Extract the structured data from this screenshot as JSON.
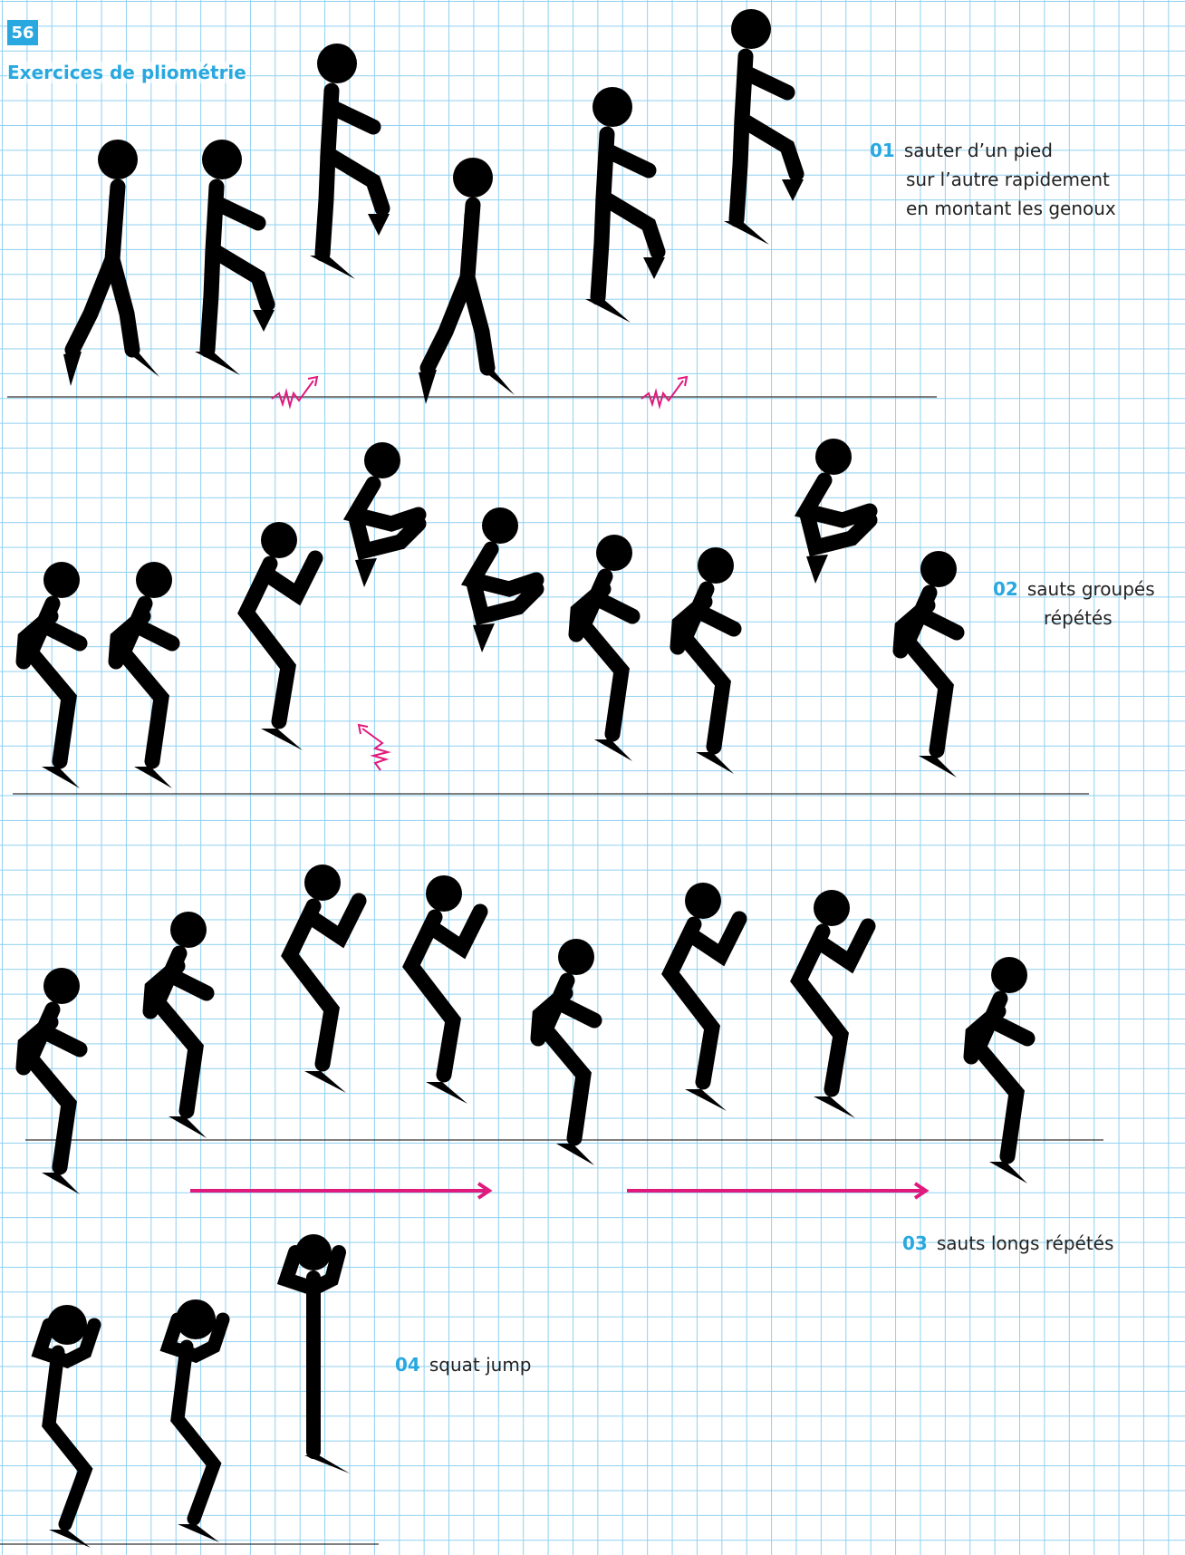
{
  "page": {
    "number": "56",
    "title": "Exercices de pliométrie"
  },
  "colors": {
    "accent": "#29a8e0",
    "arrow": "#e0197d",
    "figure": "#000000",
    "grid": "#8fd0f0"
  },
  "exercises": [
    {
      "number": "01",
      "lines": [
        "sauter d’un pied",
        "sur l’autre rapidement",
        "en montant les genoux"
      ]
    },
    {
      "number": "02",
      "lines": [
        "sauts groupés",
        "répétés"
      ]
    },
    {
      "number": "03",
      "lines": [
        "sauts longs répétés"
      ]
    },
    {
      "number": "04",
      "lines": [
        "squat jump"
      ]
    }
  ]
}
